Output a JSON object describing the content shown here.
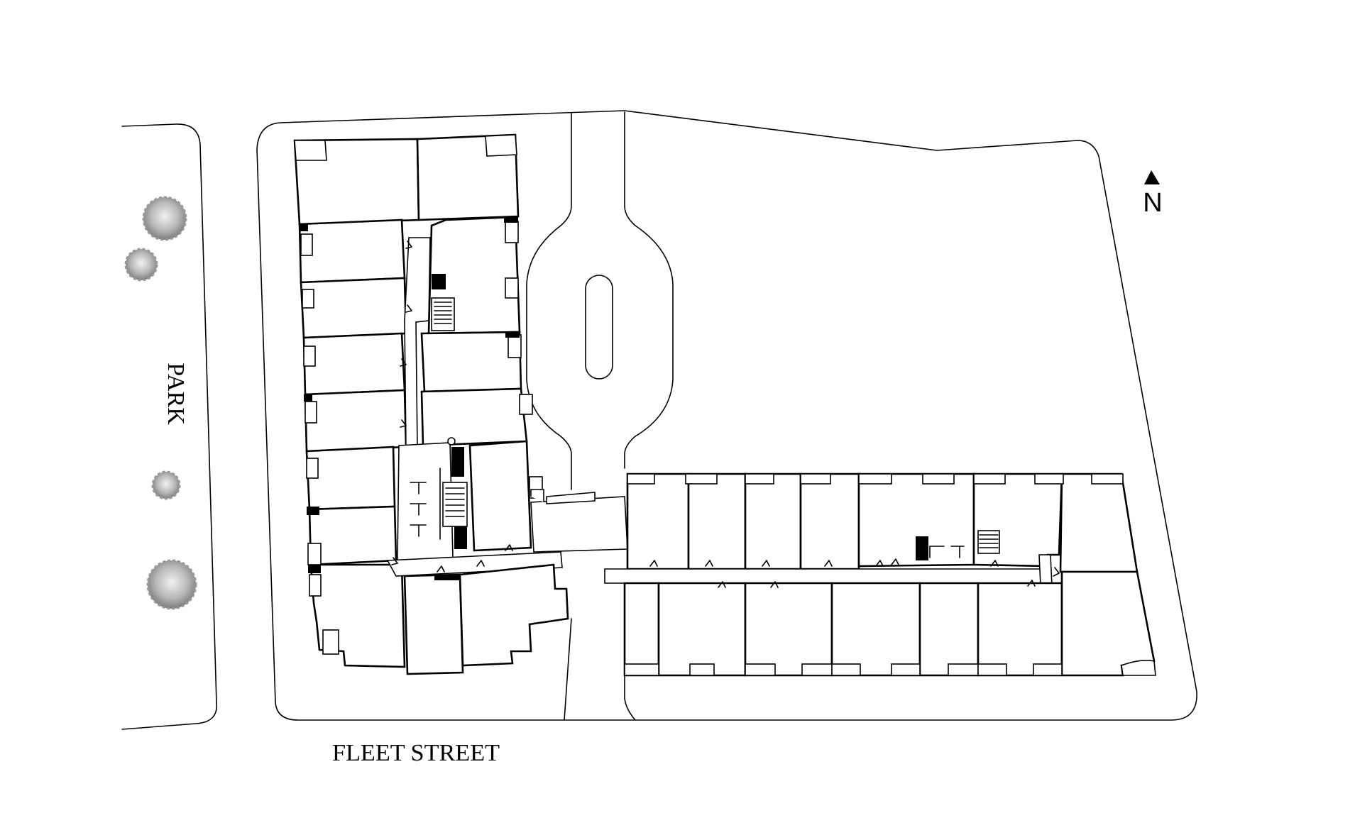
{
  "street_labels": {
    "west": "PARK",
    "south": "FLEET STREET"
  },
  "north_arrow": {
    "label": "N",
    "icon": "north-arrow-icon"
  },
  "colors": {
    "line": "#000000",
    "background": "#ffffff",
    "tree_light": "#e8e8e8",
    "tree_dark": "#8c8c8c"
  }
}
